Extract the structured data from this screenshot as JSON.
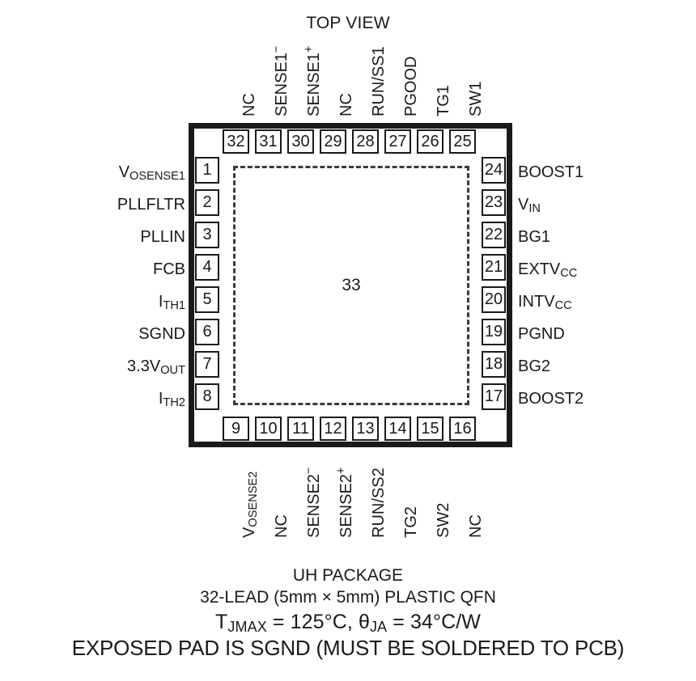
{
  "diagram": {
    "title": "TOP VIEW",
    "exposed_pad_pin": "33",
    "left_pins": [
      {
        "number": "1",
        "label_html": "V<sub>OSENSE1</sub>"
      },
      {
        "number": "2",
        "label_html": "PLLFLTR"
      },
      {
        "number": "3",
        "label_html": "PLLIN"
      },
      {
        "number": "4",
        "label_html": "FCB"
      },
      {
        "number": "5",
        "label_html": "I<sub>TH1</sub>"
      },
      {
        "number": "6",
        "label_html": "SGND"
      },
      {
        "number": "7",
        "label_html": "3.3V<sub>OUT</sub>"
      },
      {
        "number": "8",
        "label_html": "I<sub>TH2</sub>"
      }
    ],
    "bottom_pins": [
      {
        "number": "9",
        "label_html": "V<sub>OSENSE2</sub>"
      },
      {
        "number": "10",
        "label_html": "NC"
      },
      {
        "number": "11",
        "label_html": "SENSE2<sup>&minus;</sup>"
      },
      {
        "number": "12",
        "label_html": "SENSE2<sup>+</sup>"
      },
      {
        "number": "13",
        "label_html": "RUN/SS2"
      },
      {
        "number": "14",
        "label_html": "TG2"
      },
      {
        "number": "15",
        "label_html": "SW2"
      },
      {
        "number": "16",
        "label_html": "NC"
      }
    ],
    "right_pins": [
      {
        "number": "24",
        "label_html": "BOOST1"
      },
      {
        "number": "23",
        "label_html": "V<sub>IN</sub>"
      },
      {
        "number": "22",
        "label_html": "BG1"
      },
      {
        "number": "21",
        "label_html": "EXTV<sub>CC</sub>"
      },
      {
        "number": "20",
        "label_html": "INTV<sub>CC</sub>"
      },
      {
        "number": "19",
        "label_html": "PGND"
      },
      {
        "number": "18",
        "label_html": "BG2"
      },
      {
        "number": "17",
        "label_html": "BOOST2"
      }
    ],
    "top_pins": [
      {
        "number": "32",
        "label_html": "NC"
      },
      {
        "number": "31",
        "label_html": "SENSE1<sup>&minus;</sup>"
      },
      {
        "number": "30",
        "label_html": "SENSE1<sup>+</sup>"
      },
      {
        "number": "29",
        "label_html": "NC"
      },
      {
        "number": "28",
        "label_html": "RUN/SS1"
      },
      {
        "number": "27",
        "label_html": "PGOOD"
      },
      {
        "number": "26",
        "label_html": "TG1"
      },
      {
        "number": "25",
        "label_html": "SW1"
      }
    ]
  },
  "caption": {
    "line1": "UH PACKAGE",
    "line2": "32-LEAD (5mm × 5mm) PLASTIC QFN",
    "line3_html": "T<sub>JMAX</sub> = 125°C, θ<sub>JA</sub> = 34°C/W",
    "line4": "EXPOSED PAD IS SGND (MUST BE SOLDERED TO PCB)"
  },
  "colors": {
    "ink": "#1a1a1a",
    "dashed": "#3a3a3a",
    "background": "#ffffff"
  }
}
